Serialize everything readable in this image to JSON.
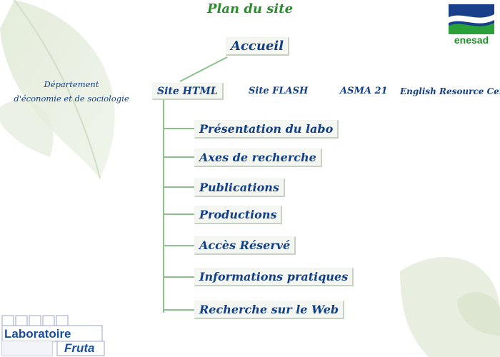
{
  "page": {
    "title": "Plan du site"
  },
  "logo": {
    "text": "enesad"
  },
  "department": {
    "line1": "Département",
    "line2": "d'économie et de sociologie"
  },
  "nav": {
    "home": "Accueil",
    "sections": {
      "html": "Site HTML",
      "flash": "Site FLASH",
      "asma": "ASMA 21",
      "english": "English Resource Center"
    }
  },
  "menu": {
    "items": [
      "Présentation du labo",
      "Axes de recherche",
      "Publications",
      "Productions",
      "Accès Réservé",
      "Informations pratiques",
      "Recherche sur le Web"
    ]
  },
  "lab": {
    "name_line1": "Laboratoire",
    "name_line2": "Fruta"
  },
  "colors": {
    "link_blue": "#133f86",
    "title_green": "#2a8c2a",
    "tree_green": "#8cc08c"
  }
}
